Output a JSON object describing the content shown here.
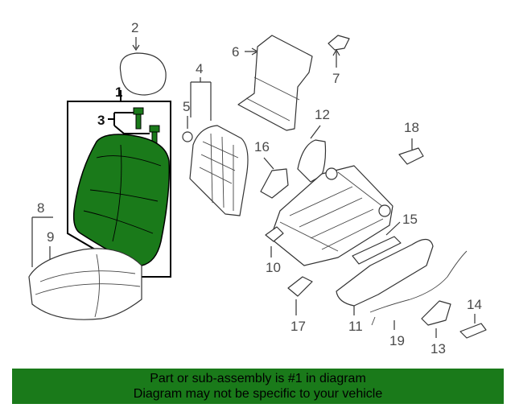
{
  "diagram": {
    "callouts": {
      "c1": "1",
      "c2": "2",
      "c3": "3",
      "c4": "4",
      "c5": "5",
      "c6": "6",
      "c7": "7",
      "c8": "8",
      "c9": "9",
      "c10": "10",
      "c11": "11",
      "c12": "12",
      "c13": "13",
      "c14": "14",
      "c15": "15",
      "c16": "16",
      "c17": "17",
      "c18": "18",
      "c19": "19"
    },
    "highlight_color": "#1a7a1a",
    "highlighted_part": "1"
  },
  "footer": {
    "line1": "Part or sub-assembly is #1 in diagram",
    "line2": "Diagram may not be specific to your vehicle",
    "background": "#1a7a1a"
  }
}
